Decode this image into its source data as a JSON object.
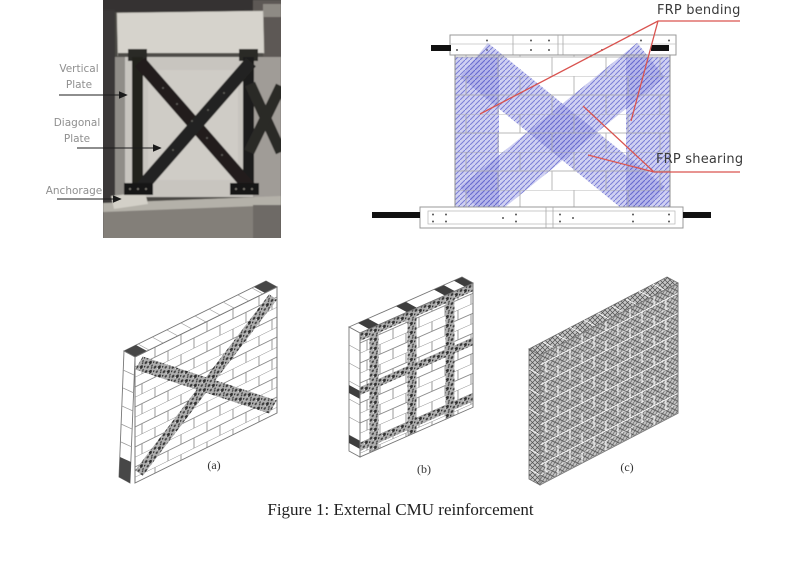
{
  "theme": {
    "frp_fill": "#8e92e0",
    "frp_hatch": "#5d62cc",
    "annotation_red": "#d9534f",
    "photo_label_gray": "#8f8f8f",
    "caption_color": "#1f1f1f"
  },
  "caption": {
    "text": "Figure 1: External CMU reinforcement"
  },
  "photo_panel": {
    "labels": {
      "vertical_plate": "Vertical Plate",
      "diagonal_plate": "Diagonal Plate",
      "anchorage": "Anchorage"
    }
  },
  "diagram_panel": {
    "labels": {
      "frp_bending": "FRP bending",
      "frp_shearing": "FRP shearing"
    }
  },
  "drawings_panel": {
    "items": [
      {
        "label": "(a)"
      },
      {
        "label": "(b)"
      },
      {
        "label": "(c)"
      }
    ]
  }
}
